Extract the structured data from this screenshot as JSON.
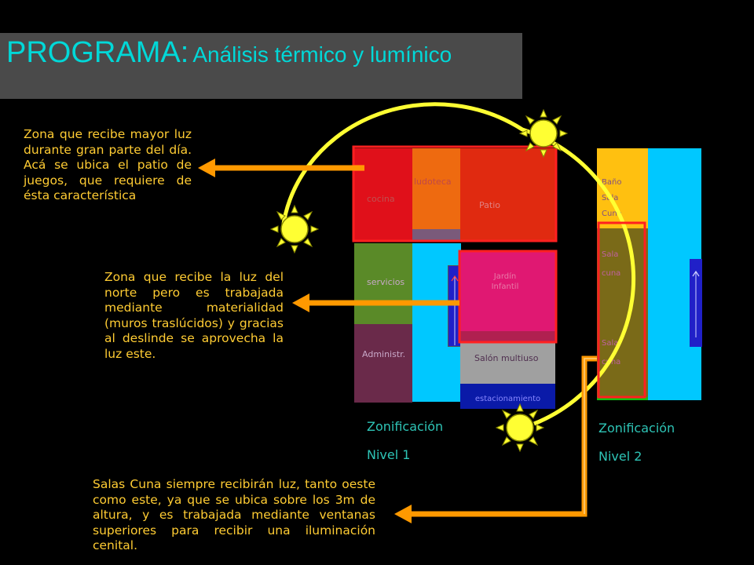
{
  "title": {
    "main": "PROGRAMA:",
    "sub": "Análisis térmico y lumínico"
  },
  "descriptions": {
    "zona_luz": "Zona que recibe mayor luz durante gran parte del día. Acá se ubica el patio de juegos, que requiere de ésta característica",
    "zona_norte": "Zona que recibe la luz del norte pero es trabajada mediante materialidad (muros traslúcidos) y gracias al deslinde se aprovecha la luz este.",
    "salas_cuna": "Salas Cuna siempre recibirán luz, tanto oeste como este, ya que se ubica sobre los 3m de altura, y es trabajada mediante ventanas superiores para recibir una iluminación cenital."
  },
  "nivel1": {
    "zonificacion": "Zonificación",
    "nivel": "Nivel 1",
    "rooms": {
      "cocina": "cocina",
      "ludoteca": "ludoteca",
      "patio": "Patio",
      "servicios": "servicios",
      "jardin": "Jardín Infantil",
      "salon": "Salón multiuso",
      "administr": "Administr.",
      "estacionamiento": "estacionamiento"
    }
  },
  "nivel2": {
    "zonificacion": "Zonificación",
    "nivel": "Nivel 2",
    "rooms": {
      "bano": "Baño",
      "sala_cuna_1": "Sala",
      "sala_cuna_1b": "Cuna",
      "sala_cuna_2": "Sala",
      "sala_cuna_2b": "cuna",
      "sala_cuna_3": "Sala",
      "sala_cuna_3b": "cuna"
    }
  },
  "colors": {
    "title_text": "#00d8d8",
    "description_text": "#ffcc33",
    "arrow": "#ff9900",
    "highlight": "#ff2020",
    "sun": "#ffff33",
    "sun_path": "#ffff33",
    "zonificacion_text": "#2ec4b6"
  },
  "icons": [
    "sun-icon",
    "arrow-icon",
    "north-arrow-icon"
  ]
}
